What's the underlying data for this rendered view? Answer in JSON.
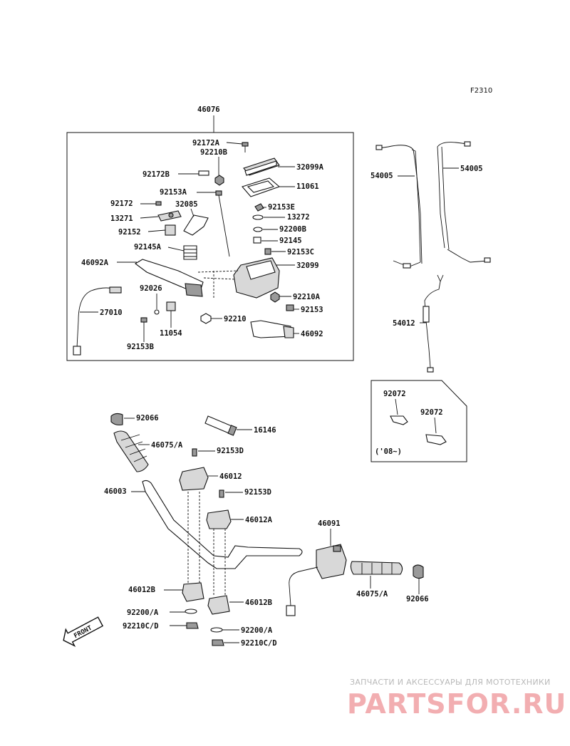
{
  "figure_ref": "F2310",
  "frame_assembly_label": "46076",
  "labels": {
    "p92172A": "92172A",
    "p32099A": "32099A",
    "p92210B": "92210B",
    "p92172B": "92172B",
    "p11061": "11061",
    "p92153A": "92153A",
    "p92172": "92172",
    "p32085": "32085",
    "p92153E": "92153E",
    "p13271": "13271",
    "p13272": "13272",
    "p92152": "92152",
    "p92200B": "92200B",
    "p92145A": "92145A",
    "p92145": "92145",
    "p92153C": "92153C",
    "p46092A": "46092A",
    "p32099": "32099",
    "p92026": "92026",
    "p92210A": "92210A",
    "p27010": "27010",
    "p92153": "92153",
    "p11054": "11054",
    "p92210": "92210",
    "p46092": "46092",
    "p92153B": "92153B",
    "p54005_left": "54005",
    "p54005_right": "54005",
    "p54012": "54012",
    "p92072_a": "92072",
    "p92072_b": "92072",
    "p08_note": "('08~)",
    "p92066_top": "92066",
    "p16146": "16146",
    "p46075A_top": "46075/A",
    "p92153D_a": "92153D",
    "p46012": "46012",
    "p46003": "46003",
    "p92153D_b": "92153D",
    "p46012A": "46012A",
    "p46091": "46091",
    "p46012B_left": "46012B",
    "p46012B_right": "46012B",
    "p46075A_bottom": "46075/A",
    "p92066_bottom": "92066",
    "p92200A_left": "92200/A",
    "p92210CD_left": "92210C/D",
    "p92200A_right": "92200/A",
    "p92210CD_right": "92210C/D"
  },
  "front_arrow": "FRONT",
  "watermark": {
    "line1": "ЗАПЧАСТИ И АКСЕССУАРЫ ДЛЯ МОТОТЕХНИКИ",
    "line2": "PARTSFOR.RU"
  }
}
